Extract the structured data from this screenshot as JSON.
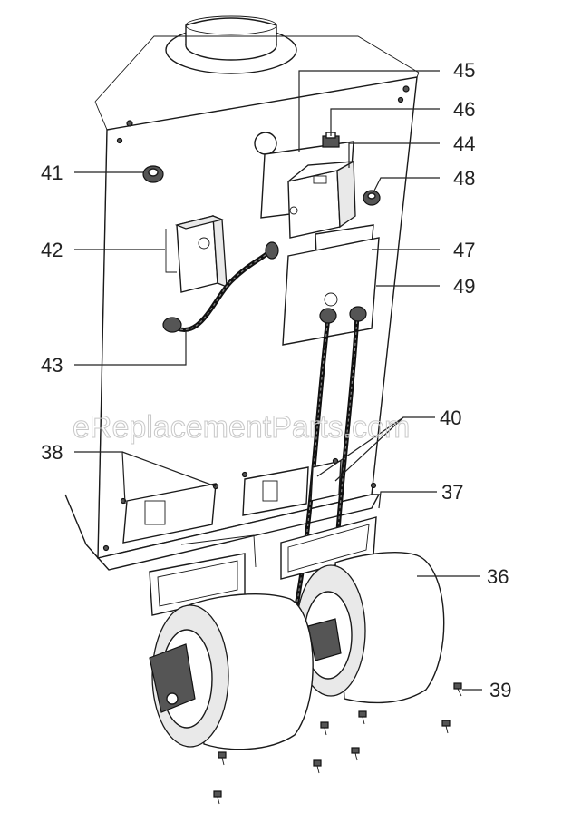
{
  "watermark": "eReplacementParts.com",
  "callouts": [
    {
      "id": "45",
      "label": "45"
    },
    {
      "id": "46",
      "label": "46"
    },
    {
      "id": "44",
      "label": "44"
    },
    {
      "id": "41",
      "label": "41"
    },
    {
      "id": "48",
      "label": "48"
    },
    {
      "id": "42",
      "label": "42"
    },
    {
      "id": "47",
      "label": "47"
    },
    {
      "id": "49",
      "label": "49"
    },
    {
      "id": "43",
      "label": "43"
    },
    {
      "id": "40",
      "label": "40"
    },
    {
      "id": "38",
      "label": "38"
    },
    {
      "id": "37",
      "label": "37"
    },
    {
      "id": "36",
      "label": "36"
    },
    {
      "id": "39",
      "label": "39"
    }
  ]
}
